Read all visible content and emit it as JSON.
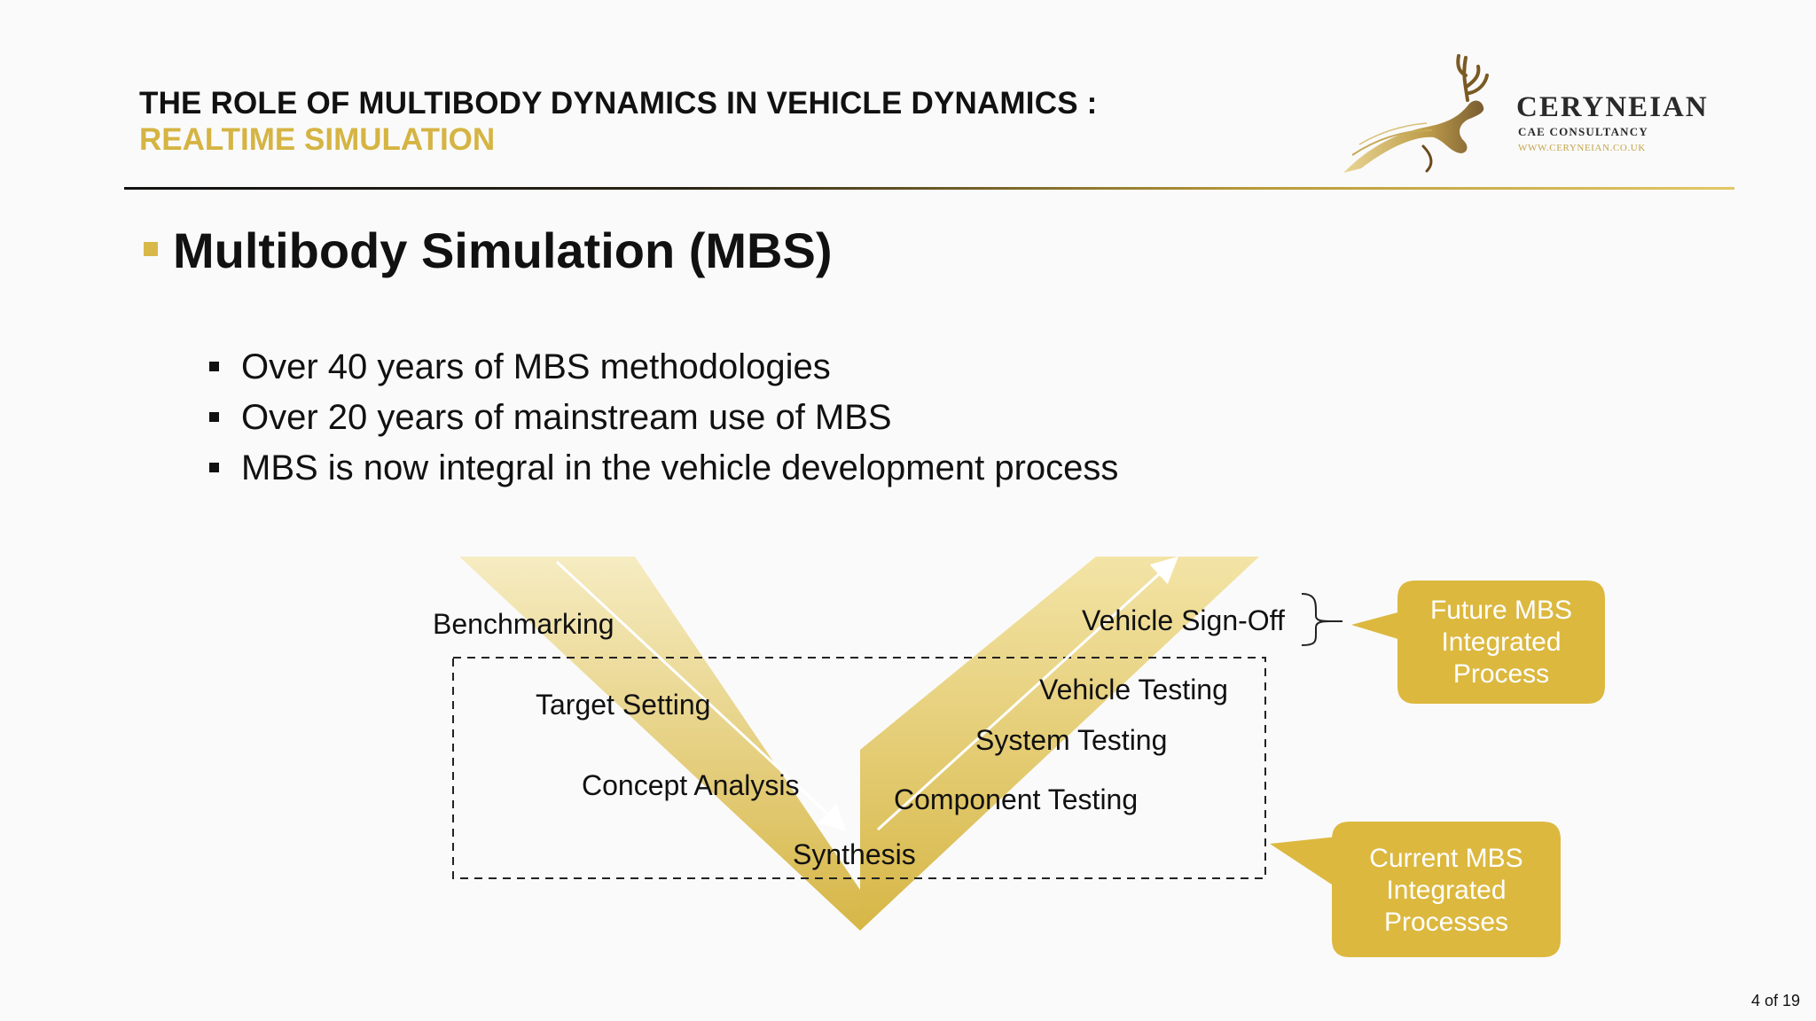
{
  "header": {
    "title_line1": "THE ROLE OF MULTIBODY DYNAMICS IN VEHICLE DYNAMICS :",
    "title_line2": "REALTIME SIMULATION"
  },
  "logo": {
    "name": "CERYNEIAN",
    "subtitle": "CAE CONSULTANCY",
    "url": "WWW.CERYNEIAN.CO.UK",
    "icon": "stag-icon"
  },
  "section": {
    "heading": "Multibody Simulation (MBS)"
  },
  "bullets": [
    "Over 40 years of MBS methodologies",
    "Over 20 years of mainstream use of MBS",
    "MBS is now integral in the vehicle development process"
  ],
  "v_model": {
    "left_stages": [
      "Benchmarking",
      "Target Setting",
      "Concept Analysis"
    ],
    "bottom_stage": "Synthesis",
    "right_stages": [
      "Component Testing",
      "System Testing",
      "Vehicle Testing",
      "Vehicle Sign-Off"
    ]
  },
  "callouts": {
    "future": "Future MBS Integrated Process",
    "current": "Current MBS Integrated Processes"
  },
  "colors": {
    "accent": "#d9b84a",
    "callout": "#dcb83f",
    "text": "#111111"
  },
  "page_indicator": "4 of 19"
}
